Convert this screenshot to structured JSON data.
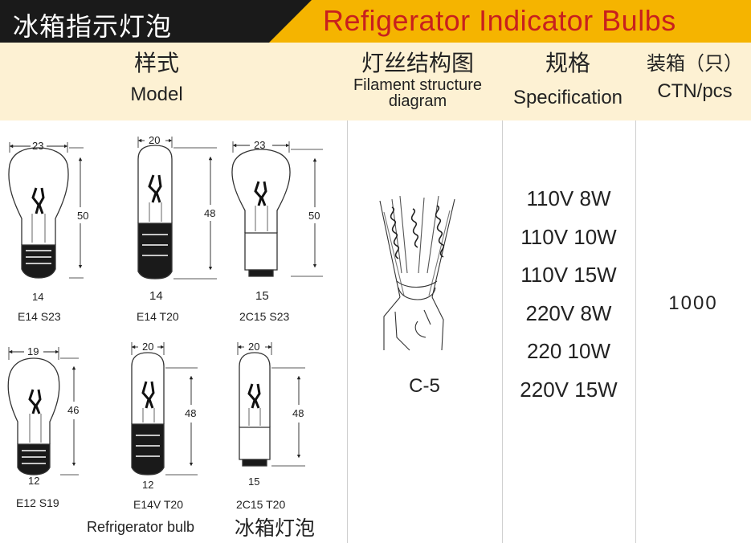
{
  "title": {
    "cn": "冰箱指示灯泡",
    "en": "Refigerator Indicator Bulbs"
  },
  "header": {
    "model": {
      "cn": "样式",
      "en": "Model"
    },
    "filament": {
      "cn": "灯丝结构图",
      "en_line1": "Filament structure",
      "en_line2": "diagram"
    },
    "spec": {
      "cn": "规格",
      "en": "Specification"
    },
    "ctn": {
      "cn": "装箱（只）",
      "en": "CTN/pcs"
    }
  },
  "bulbs": [
    {
      "label": "E14 S23",
      "width": "23",
      "height": "50",
      "base": "14"
    },
    {
      "label": "E14 T20",
      "width": "20",
      "height": "48",
      "base": "14"
    },
    {
      "label": "2C15 S23",
      "width": "23",
      "height": "50",
      "base": "15"
    },
    {
      "label": "E12 S19",
      "width": "19",
      "height": "46",
      "base": "12"
    },
    {
      "label": "E14V T20",
      "width": "20",
      "height": "48",
      "base": "12"
    },
    {
      "label": "2C15 T20",
      "width": "20",
      "height": "48",
      "base": "15"
    }
  ],
  "filament_label": "C-5",
  "specifications": [
    "110V 8W",
    "110V 10W",
    "110V 15W",
    "220V 8W",
    "220 10W",
    "220V 15W"
  ],
  "ctn_value": "1000",
  "footer": {
    "en": "Refrigerator bulb",
    "cn": "冰箱灯泡"
  }
}
